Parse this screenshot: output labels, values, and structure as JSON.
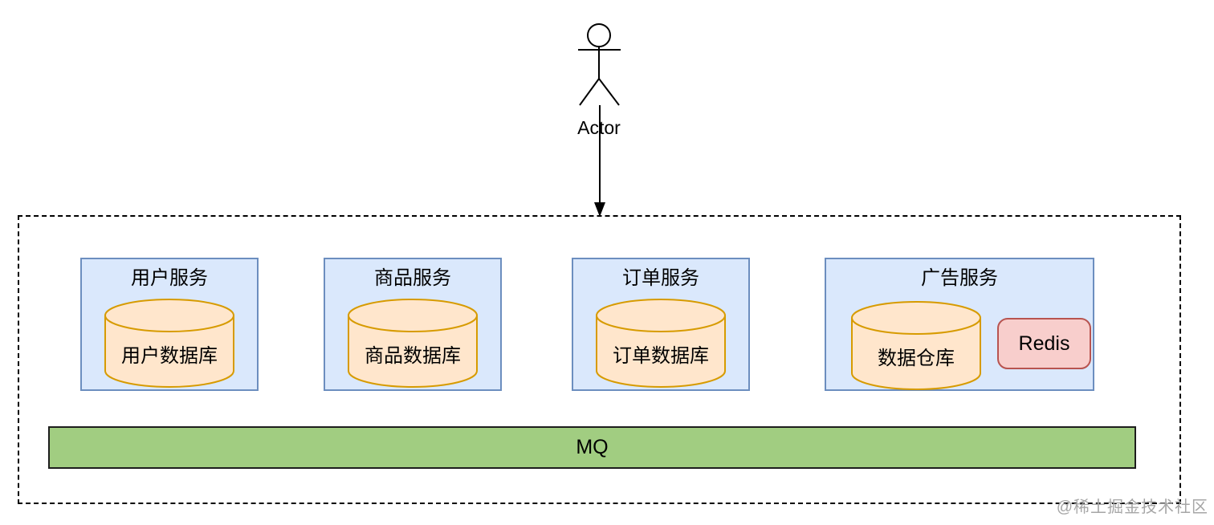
{
  "diagram": {
    "actor": {
      "label": "Actor"
    },
    "services": [
      {
        "title": "用户服务",
        "database": "用户数据库"
      },
      {
        "title": "商品服务",
        "database": "商品数据库"
      },
      {
        "title": "订单服务",
        "database": "订单数据库"
      },
      {
        "title": "广告服务",
        "database": "数据仓库",
        "cache": "Redis"
      }
    ],
    "mq": {
      "label": "MQ"
    },
    "watermark": "@稀土掘金技术社区",
    "colors": {
      "service_fill": "#dae8fc",
      "service_border": "#6c8ebf",
      "database_fill": "#ffe6cc",
      "database_border": "#d79b00",
      "redis_fill": "#f8cecc",
      "redis_border": "#b85450",
      "mq_fill": "#a1cd81",
      "mq_border": "#1d1d1d",
      "boundary_border": "#000000",
      "watermark_text": "#a6a6a6"
    }
  }
}
